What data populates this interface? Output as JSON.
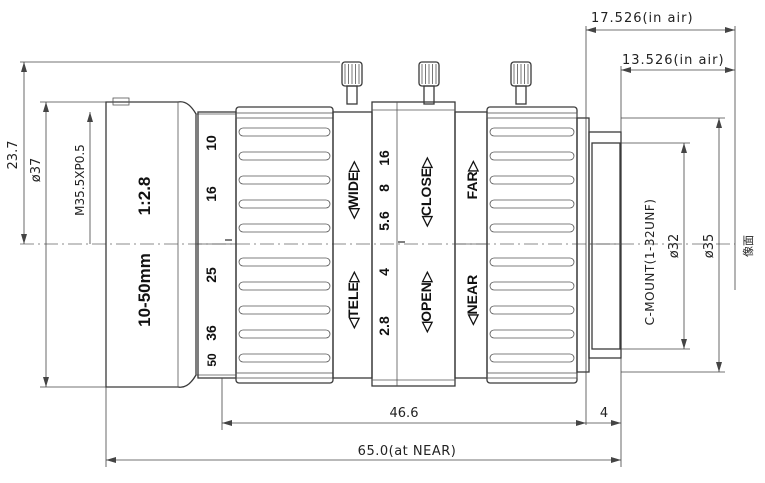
{
  "dimensions": {
    "bfl_air": "17.526(in air)",
    "ffd_air": "13.526(in air)",
    "height_23_7": "23.7",
    "dia_37": "ø37",
    "filter_thread": "M35.5XP0.5",
    "mount": "C-MOUNT(1-32UNF)",
    "dia_32": "ø32",
    "dia_35": "ø35",
    "image_plane": "像面",
    "body_length": "46.6",
    "mount_length": "4",
    "total_length": "65.0(at NEAR)"
  },
  "lens": {
    "focal": "10-50mm",
    "aperture": "1:2.8",
    "zoom_scale": [
      "10",
      "16",
      "25",
      "36",
      "50"
    ],
    "iris_scale": [
      "16",
      "8",
      "5.6",
      "4",
      "2.8"
    ],
    "zoom_wide": "◁WIDE▷",
    "zoom_tele": "◁TELE▷",
    "iris_close": "◁CLOSE▷",
    "iris_open": "◁OPEN▷",
    "focus_far": "FAR▷",
    "focus_near": "◁NEAR"
  }
}
